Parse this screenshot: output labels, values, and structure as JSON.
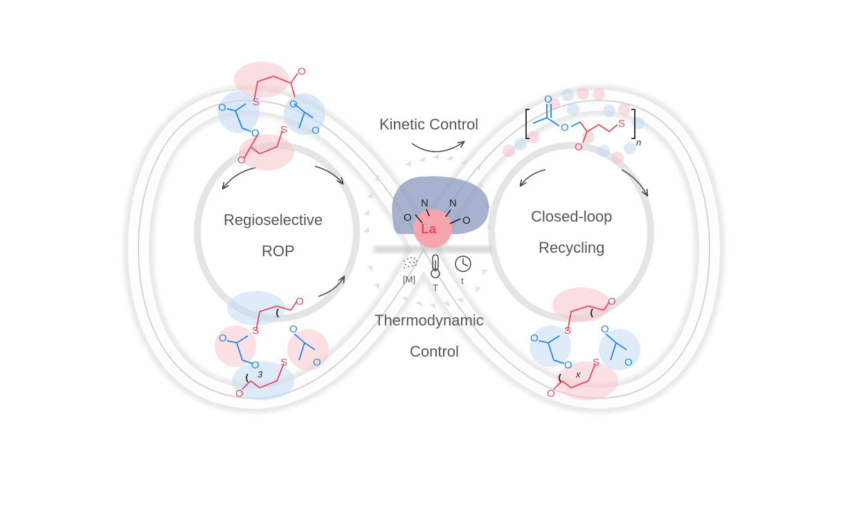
{
  "labels": {
    "kinetic_control": "Kinetic Control",
    "thermodynamic_line1": "Thermodynamic",
    "thermodynamic_line2": "Control",
    "left_line1": "Regioselective",
    "left_line2": "ROP",
    "right_line1": "Closed-loop",
    "right_line2": "Recycling"
  },
  "catalyst": {
    "metal": "La",
    "ligand_atoms": [
      "N",
      "N",
      "O",
      "O"
    ]
  },
  "conditions": [
    {
      "icon": "concentration-dots-icon",
      "label": "[M]"
    },
    {
      "icon": "thermometer-icon",
      "label": "T"
    },
    {
      "icon": "clock-icon",
      "label": "t"
    }
  ],
  "atoms": {
    "S": "S",
    "O": "O"
  },
  "subscripts": {
    "polymer_n": "n",
    "oligomer_3": "3",
    "oligomer_x": "x"
  },
  "colors": {
    "red": "#e8475f",
    "blue": "#1e88e5",
    "text": "#555555",
    "catalyst_blob": "#8a98bf",
    "metal_circle": "#f7a5ad"
  }
}
